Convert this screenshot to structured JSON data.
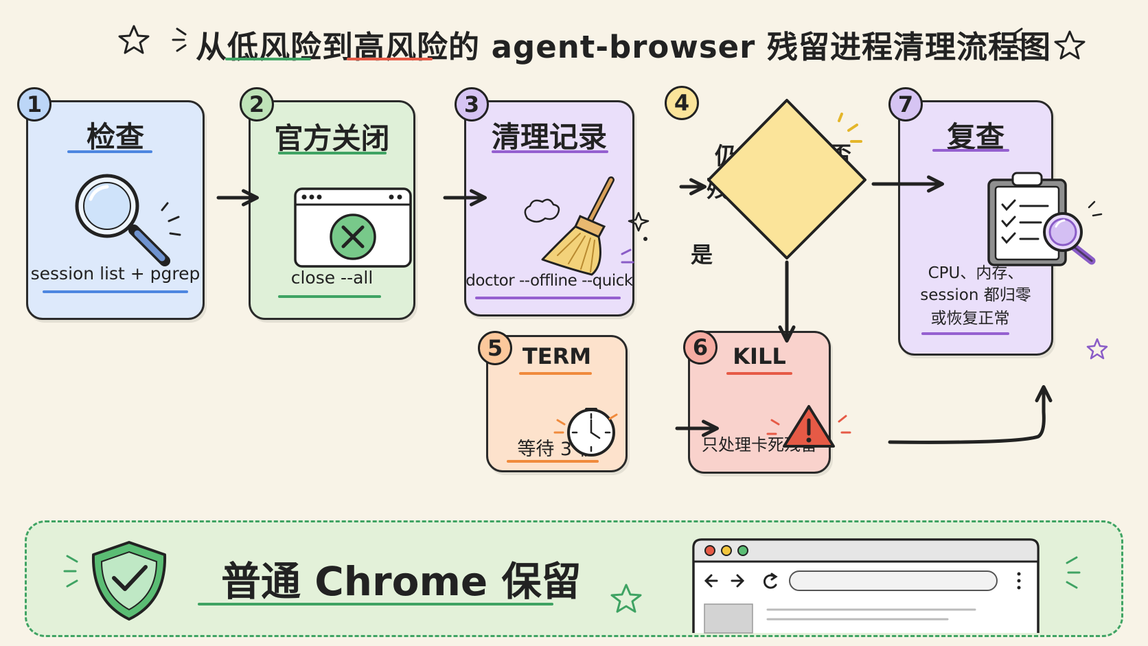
{
  "title": "从低风险到高风险的 agent-browser 残留进程清理流程图",
  "steps": [
    {
      "num": "1",
      "heading": "检查",
      "caption": "session list + pgrep",
      "icon": "magnifier-icon"
    },
    {
      "num": "2",
      "heading": "官方关闭",
      "caption": "close --all",
      "icon": "close-window-icon"
    },
    {
      "num": "3",
      "heading": "清理记录",
      "caption": "doctor --offline --quick",
      "icon": "broom-icon"
    },
    {
      "num": "4",
      "question_line1": "仍有",
      "question_line2": "残留？",
      "icon": "diamond-decision"
    },
    {
      "num": "5",
      "heading": "TERM",
      "caption": "等待 3 秒",
      "icon": "stopwatch-icon"
    },
    {
      "num": "6",
      "heading": "KILL",
      "caption": "只处理卡死残留",
      "icon": "warning-icon"
    },
    {
      "num": "7",
      "heading": "复查",
      "caption_lines": [
        "CPU、内存、",
        "session 都归零",
        "或恢复正常"
      ],
      "icon": "clipboard-check-icon"
    }
  ],
  "branches": {
    "no": "否",
    "yes": "是"
  },
  "bottom": {
    "text": "普通 Chrome 保留",
    "icon": "shield-check-icon",
    "browser_icon": "browser-window-icon"
  },
  "colors": {
    "background": "#f8f3e7",
    "blue": "#dde9fb",
    "green": "#dff0d8",
    "purple": "#eadffa",
    "yellow": "#fbe49a",
    "orange": "#fde2cc",
    "red": "#f9d2cc"
  }
}
